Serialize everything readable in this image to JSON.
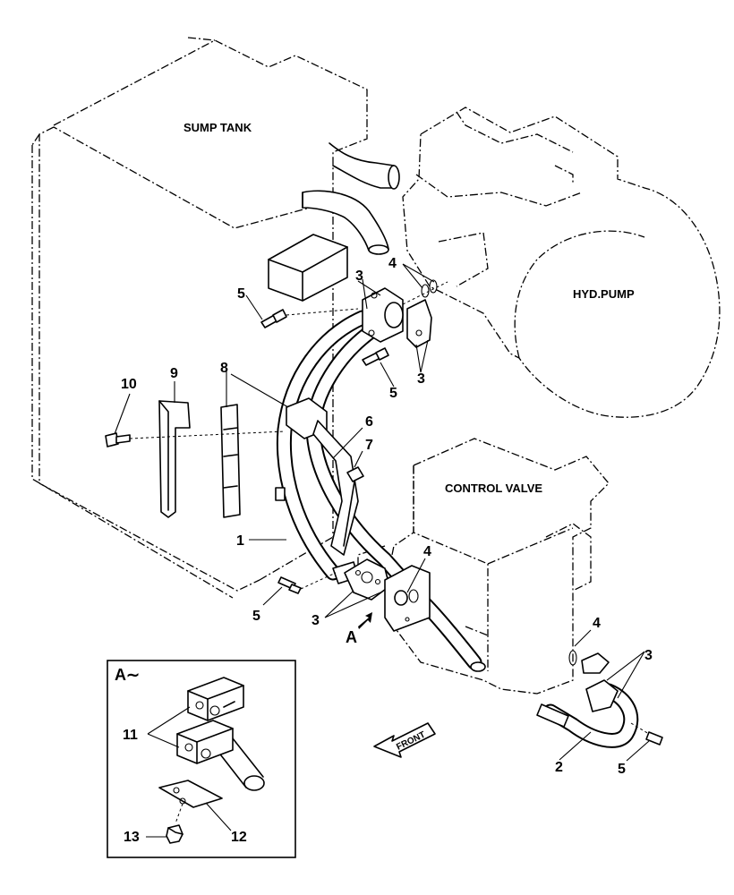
{
  "labels": {
    "sump_tank": "SUMP TANK",
    "hyd_pump": "HYD.PUMP",
    "control_valve": "CONTROL VALVE",
    "front": "FRONT",
    "view_a": "A",
    "inset_title": "A∼"
  },
  "callouts": {
    "p1": "1",
    "p2": "2",
    "p3_top": "3",
    "p3_right": "3",
    "p3_mid": "3",
    "p3_br": "3",
    "p4_top": "4",
    "p4_mid": "4",
    "p4_br": "4",
    "p5_top": "5",
    "p5_mid": "5",
    "p5_left": "5",
    "p5_br": "5",
    "p6": "6",
    "p7": "7",
    "p8": "8",
    "p9": "9",
    "p10": "10",
    "p11": "11",
    "p12": "12",
    "p13": "13"
  }
}
